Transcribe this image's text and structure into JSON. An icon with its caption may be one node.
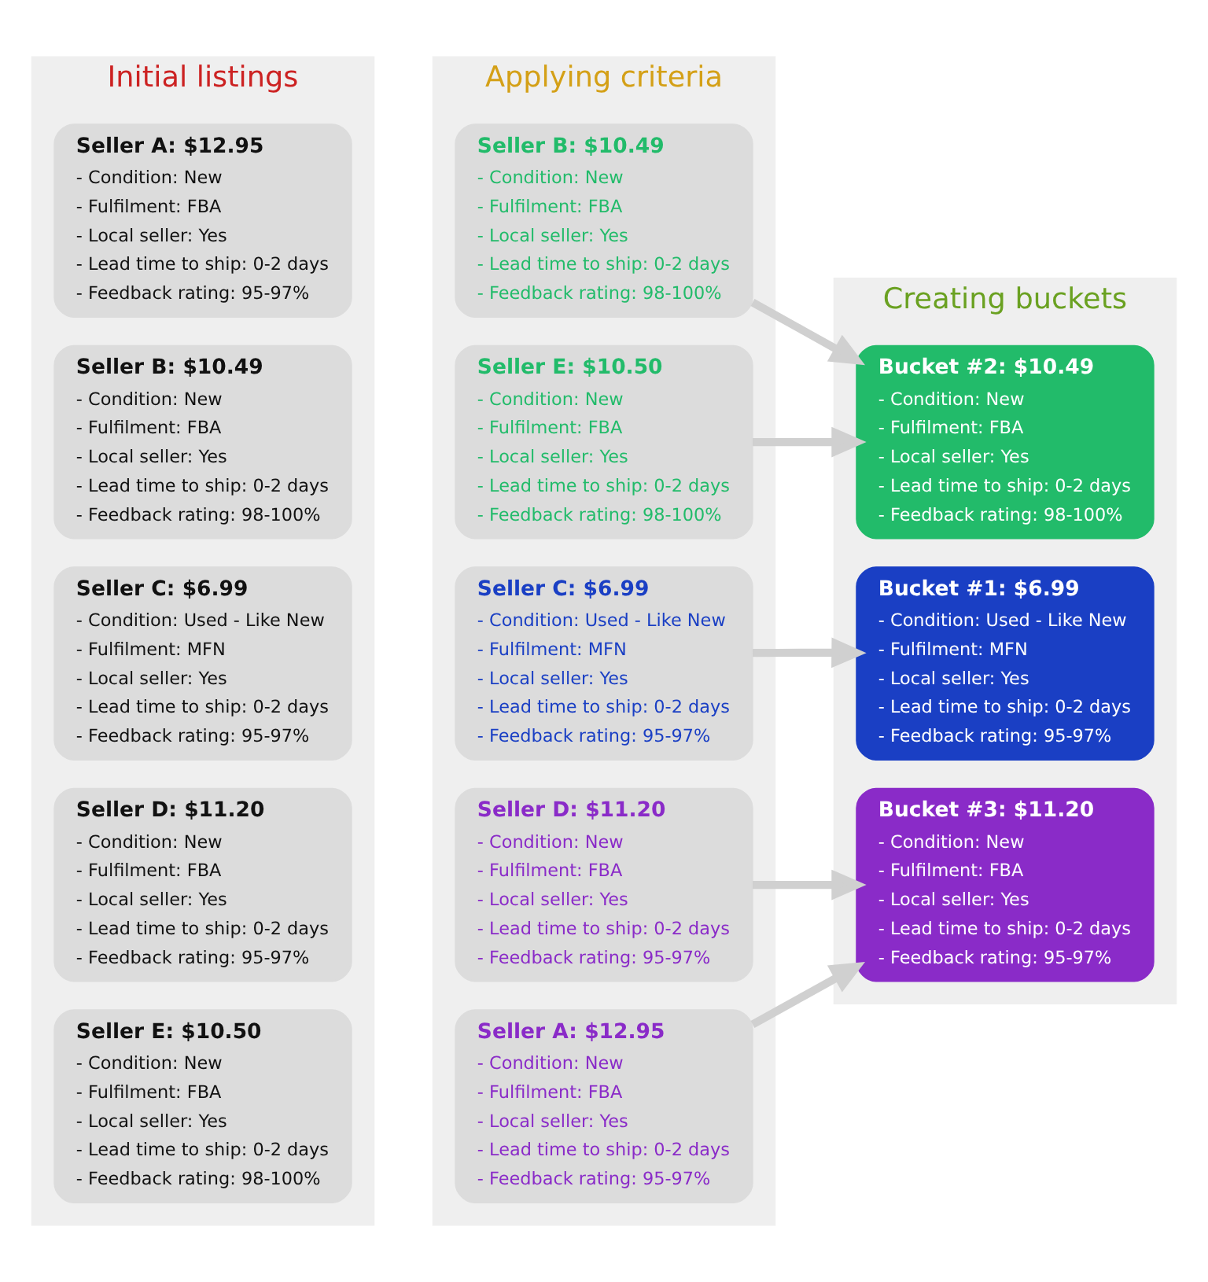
{
  "diagram": {
    "nodes": [
      {
        "text": [
          "Initial listings"
        ]
      },
      {
        "text": [
          "Seller A: $12.95",
          "- Condition: New",
          "- Fulfilment: FBA",
          "- Local seller: Yes",
          "- Lead time to ship: 0-2 days",
          "- Feedback rating: 95-97%"
        ],
        "in": 0
      },
      {
        "text": [
          "Seller B: $10.49",
          "- Condition: New",
          "- Fulfilment: FBA",
          "- Local seller: Yes",
          "- Lead time to ship: 0-2 days",
          "- Feedback rating: 98-100%"
        ],
        "in": 0
      },
      {
        "text": [
          "Seller C: $6.99",
          "- Condition: Used - Like New",
          "- Fulfilment: MFN",
          "- Local seller: Yes",
          "- Lead time to ship: 0-2 days",
          "- Feedback rating: 95-97%"
        ],
        "in": 0
      },
      {
        "text": [
          "Seller D: $11.20",
          "- Condition: New",
          "- Fulfilment: FBA",
          "- Local seller: Yes",
          "- Lead time to ship: 0-2 days",
          "- Feedback rating: 95-97%"
        ],
        "in": 0
      },
      {
        "text": [
          "Seller E: $10.50",
          "- Condition: New",
          "- Fulfilment: FBA",
          "- Local seller: Yes",
          "- Lead time to ship: 0-2 days",
          "- Feedback rating: 98-100%"
        ],
        "in": 0
      },
      {
        "text": [
          "Applying criteria"
        ]
      },
      {
        "text": [
          "Seller C: $6.99",
          "- Condition: Used - Like New",
          "- Fulfilment: MFN",
          "- Local seller: Yes",
          "- Lead time to ship: 0-2 days",
          "- Feedback rating: 95-97%"
        ],
        "in": 6
      },
      {
        "text": [
          "Seller B: $10.49",
          "- Condition: New",
          "- Fulfilment: FBA",
          "- Local seller: Yes",
          "- Lead time to ship: 0-2 days",
          "- Feedback rating: 98-100%"
        ],
        "in": 6
      },
      {
        "text": [
          "Seller E: $10.50",
          "- Condition: New",
          "- Fulfilment: FBA",
          "- Local seller: Yes",
          "- Lead time to ship: 0-2 days",
          "- Feedback rating: 98-100%"
        ],
        "in": 6
      },
      {
        "text": [
          "Seller D: $11.20",
          "- Condition: New",
          "- Fulfilment: FBA",
          "- Local seller: Yes",
          "- Lead time to ship: 0-2 days",
          "- Feedback rating: 95-97%"
        ],
        "in": 6
      },
      {
        "text": [
          "Seller A: $12.95",
          "- Condition: New",
          "- Fulfilment: FBA",
          "- Local seller: Yes",
          "- Lead time to ship: 0-2 days",
          "- Feedback rating: 95-97%"
        ],
        "in": 6
      },
      {
        "text": [
          "Creating buckets"
        ]
      },
      {
        "text": [
          "Bucket #1: $6.99",
          "- Condition: Used - Like New",
          "- Fulfilment: MFN",
          "- Local seller: Yes",
          "- Lead time to ship: 0-2 days",
          "- Feedback rating: 95-97%"
        ],
        "in": 12
      },
      {
        "text": [
          "Bucket #2: $10.49",
          "- Condition: New",
          "- Fulfilment: FBA",
          "- Local seller: Yes",
          "- Lead time to ship: 0-2 days",
          "- Feedback rating: 98-100%"
        ],
        "in": 12
      },
      {
        "text": [
          "Bucket #3: $11.20",
          "- Condition: New",
          "- Fulfilment: FBA",
          "- Local seller: Yes",
          "- Lead time to ship: 0-2 days",
          "- Feedback rating: 95-97%"
        ],
        "in": 12
      }
    ],
    "edges": [
      {
        "from": 7,
        "to": 13,
        "arrow": "to"
      },
      {
        "from": 8,
        "to": 14,
        "arrow": "to"
      },
      {
        "from": 9,
        "to": 14,
        "arrow": "to"
      },
      {
        "from": 10,
        "to": 15,
        "arrow": "to"
      },
      {
        "from": 11,
        "to": 15,
        "arrow": "to"
      }
    ]
  }
}
